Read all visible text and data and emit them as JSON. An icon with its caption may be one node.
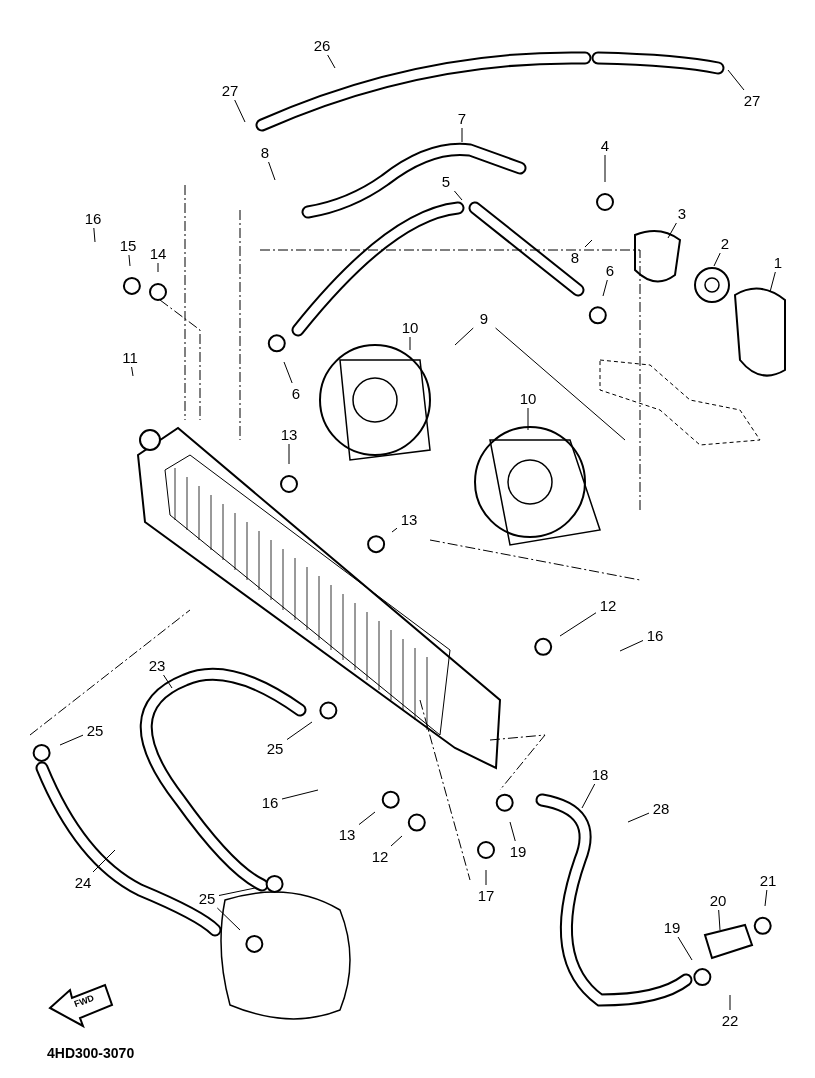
{
  "diagram": {
    "nodes": [
      {
        "text": [
          "26"
        ]
      },
      {
        "text": [
          "27"
        ]
      },
      {
        "text": [
          "27"
        ]
      },
      {
        "text": [
          "7"
        ]
      },
      {
        "text": [
          "4"
        ]
      },
      {
        "text": [
          "8"
        ]
      },
      {
        "text": [
          "3"
        ]
      },
      {
        "text": [
          "5"
        ]
      },
      {
        "text": [
          "8"
        ]
      },
      {
        "text": [
          "2"
        ]
      },
      {
        "text": [
          "1"
        ]
      },
      {
        "text": [
          "16"
        ]
      },
      {
        "text": [
          "15"
        ]
      },
      {
        "text": [
          "14"
        ]
      },
      {
        "text": [
          "6"
        ]
      },
      {
        "text": [
          "9"
        ]
      },
      {
        "text": [
          "10"
        ]
      },
      {
        "text": [
          "10"
        ]
      },
      {
        "text": [
          "11"
        ]
      },
      {
        "text": [
          "6"
        ]
      },
      {
        "text": [
          "13"
        ]
      },
      {
        "text": [
          "13"
        ]
      },
      {
        "text": [
          "12"
        ]
      },
      {
        "text": [
          "16"
        ]
      },
      {
        "text": [
          "23"
        ]
      },
      {
        "text": [
          "25"
        ]
      },
      {
        "text": [
          "25"
        ]
      },
      {
        "text": [
          "16"
        ]
      },
      {
        "text": [
          "13"
        ]
      },
      {
        "text": [
          "12"
        ]
      },
      {
        "text": [
          "18"
        ]
      },
      {
        "text": [
          "28"
        ]
      },
      {
        "text": [
          "19"
        ]
      },
      {
        "text": [
          "17"
        ]
      },
      {
        "text": [
          "24"
        ]
      },
      {
        "text": [
          "25"
        ]
      },
      {
        "text": [
          "21"
        ]
      },
      {
        "text": [
          "20"
        ]
      },
      {
        "text": [
          "19"
        ]
      },
      {
        "text": [
          "22"
        ]
      }
    ],
    "edges": [
      {
        "from": 0,
        "to": null,
        "arrow": "none"
      },
      {
        "from": 1,
        "to": null,
        "arrow": "none"
      },
      {
        "from": 2,
        "to": null,
        "arrow": "none"
      },
      {
        "from": 3,
        "to": null,
        "arrow": "none"
      },
      {
        "from": 4,
        "to": null,
        "arrow": "none"
      },
      {
        "from": 5,
        "to": null,
        "arrow": "none"
      },
      {
        "from": 6,
        "to": null,
        "arrow": "none"
      },
      {
        "from": 7,
        "to": null,
        "arrow": "none"
      },
      {
        "from": 8,
        "to": null,
        "arrow": "none"
      },
      {
        "from": 9,
        "to": null,
        "arrow": "none"
      },
      {
        "from": 10,
        "to": null,
        "arrow": "none"
      },
      {
        "from": 11,
        "to": null,
        "arrow": "none"
      },
      {
        "from": 12,
        "to": null,
        "arrow": "none"
      },
      {
        "from": 13,
        "to": null,
        "arrow": "none"
      },
      {
        "from": 14,
        "to": null,
        "arrow": "none"
      },
      {
        "from": 15,
        "to": null,
        "arrow": "none"
      },
      {
        "from": 15,
        "to": null,
        "arrow": "none"
      },
      {
        "from": 16,
        "to": null,
        "arrow": "none"
      },
      {
        "from": 17,
        "to": null,
        "arrow": "none"
      },
      {
        "from": 18,
        "to": null,
        "arrow": "none"
      },
      {
        "from": 19,
        "to": null,
        "arrow": "none"
      },
      {
        "from": 20,
        "to": null,
        "arrow": "none"
      },
      {
        "from": 21,
        "to": null,
        "arrow": "none"
      },
      {
        "from": 22,
        "to": null,
        "arrow": "none"
      },
      {
        "from": 23,
        "to": null,
        "arrow": "none"
      },
      {
        "from": 24,
        "to": null,
        "arrow": "none"
      },
      {
        "from": 25,
        "to": null,
        "arrow": "none"
      },
      {
        "from": 26,
        "to": null,
        "arrow": "none"
      },
      {
        "from": 27,
        "to": null,
        "arrow": "none"
      },
      {
        "from": 28,
        "to": null,
        "arrow": "none"
      },
      {
        "from": 29,
        "to": null,
        "arrow": "none"
      },
      {
        "from": 30,
        "to": null,
        "arrow": "none"
      },
      {
        "from": 31,
        "to": null,
        "arrow": "none"
      },
      {
        "from": 32,
        "to": null,
        "arrow": "none"
      },
      {
        "from": 33,
        "to": null,
        "arrow": "none"
      },
      {
        "from": 34,
        "to": null,
        "arrow": "none"
      },
      {
        "from": 35,
        "to": null,
        "arrow": "none"
      },
      {
        "from": 35,
        "to": null,
        "arrow": "none"
      },
      {
        "from": 36,
        "to": null,
        "arrow": "none"
      },
      {
        "from": 37,
        "to": null,
        "arrow": "none"
      },
      {
        "from": 38,
        "to": null,
        "arrow": "none"
      },
      {
        "from": 39,
        "to": null,
        "arrow": "none"
      }
    ],
    "labels": [
      "FWD",
      "4HD300-3070"
    ]
  }
}
